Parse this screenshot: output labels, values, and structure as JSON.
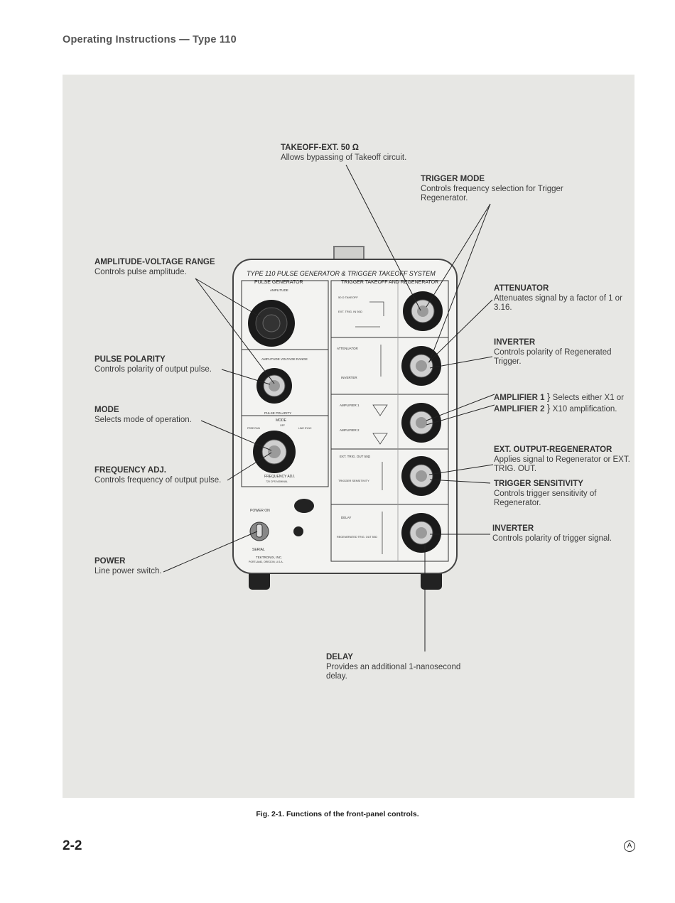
{
  "header": {
    "title": "Operating Instructions — Type 110"
  },
  "instrument": {
    "title": "TYPE 110 PULSE GENERATOR & TRIGGER TAKEOFF SYSTEM",
    "section_left": "PULSE GENERATOR",
    "section_right": "TRIGGER TAKEOFF AND REGENERATOR",
    "panel_amplitude": "AMPLITUDE",
    "panel_voltage_range": "AMPLITUDE VOLTAGE RANGE",
    "panel_pulse_polarity": "PULSE POLARITY",
    "panel_mode": "MODE",
    "mode_free_run": "FREE RUN",
    "mode_line_sync": "LINE SYNC",
    "mode_off": "OFF",
    "panel_frequency": "FREQUENCY ADJ.",
    "panel_freq_nominal": "720 CPS NOMINAL",
    "panel_power": "POWER ON",
    "panel_serial": "SERIAL",
    "maker": "TEKTRONIX, INC.",
    "maker_city": "PORTLAND, OREGON, U.S.A.",
    "r_takeoff": "50 Ω TAKEOFF",
    "r_ext_trig_in": "EXT. TRIG. IN 50Ω",
    "r_attenuator": "ATTENUATOR",
    "r_inverter": "INVERTER",
    "r_amp1": "AMPLIFIER 1",
    "r_amp2": "AMPLIFIER 2",
    "r_ext_trig_out": "EXT. TRIG. OUT 50Ω",
    "r_trigger_sens": "TRIGGER SENSITIVITY",
    "r_delay": "DELAY",
    "r_regen_out": "REGENERATED TRIG. OUT 50Ω"
  },
  "labels": {
    "takeoff": {
      "title": "TAKEOFF-EXT. 50 Ω",
      "desc": "Allows bypassing of Takeoff circuit."
    },
    "trigger_mode": {
      "title": "TRIGGER MODE",
      "desc": "Controls frequency selection for Trigger Regenerator."
    },
    "amplitude": {
      "title": "AMPLITUDE-VOLTAGE RANGE",
      "desc": "Controls pulse amplitude."
    },
    "pulse_polarity": {
      "title": "PULSE POLARITY",
      "desc": "Controls polarity of output pulse."
    },
    "mode": {
      "title": "MODE",
      "desc": "Selects mode of operation."
    },
    "frequency": {
      "title": "FREQUENCY ADJ.",
      "desc": "Controls frequency of output pulse."
    },
    "power": {
      "title": "POWER",
      "desc": "Line power switch."
    },
    "attenuator": {
      "title": "ATTENUATOR",
      "desc": "Attenuates signal by a factor of 1 or 3.16."
    },
    "inverter1": {
      "title": "INVERTER",
      "desc": "Controls polarity of Regenerated Trigger."
    },
    "amplifier1": "AMPLIFIER 1",
    "amplifier2": "AMPLIFIER 2",
    "amplifier_desc1": "Selects either X1 or",
    "amplifier_desc2": "X10 amplification.",
    "ext_output": {
      "title": "EXT. OUTPUT-REGENERATOR",
      "desc": "Applies signal to Regenerator or EXT. TRIG. OUT."
    },
    "trigger_sensitivity": {
      "title": "TRIGGER SENSITIVITY",
      "desc": "Controls trigger sensitivity of Regenerator."
    },
    "inverter2": {
      "title": "INVERTER",
      "desc": "Controls polarity of trigger signal."
    },
    "delay": {
      "title": "DELAY",
      "desc": "Provides an additional 1-nanosecond delay."
    }
  },
  "caption": "Fig. 2-1. Functions of the front-panel controls.",
  "page_number": "2-2",
  "revision_mark": "A"
}
